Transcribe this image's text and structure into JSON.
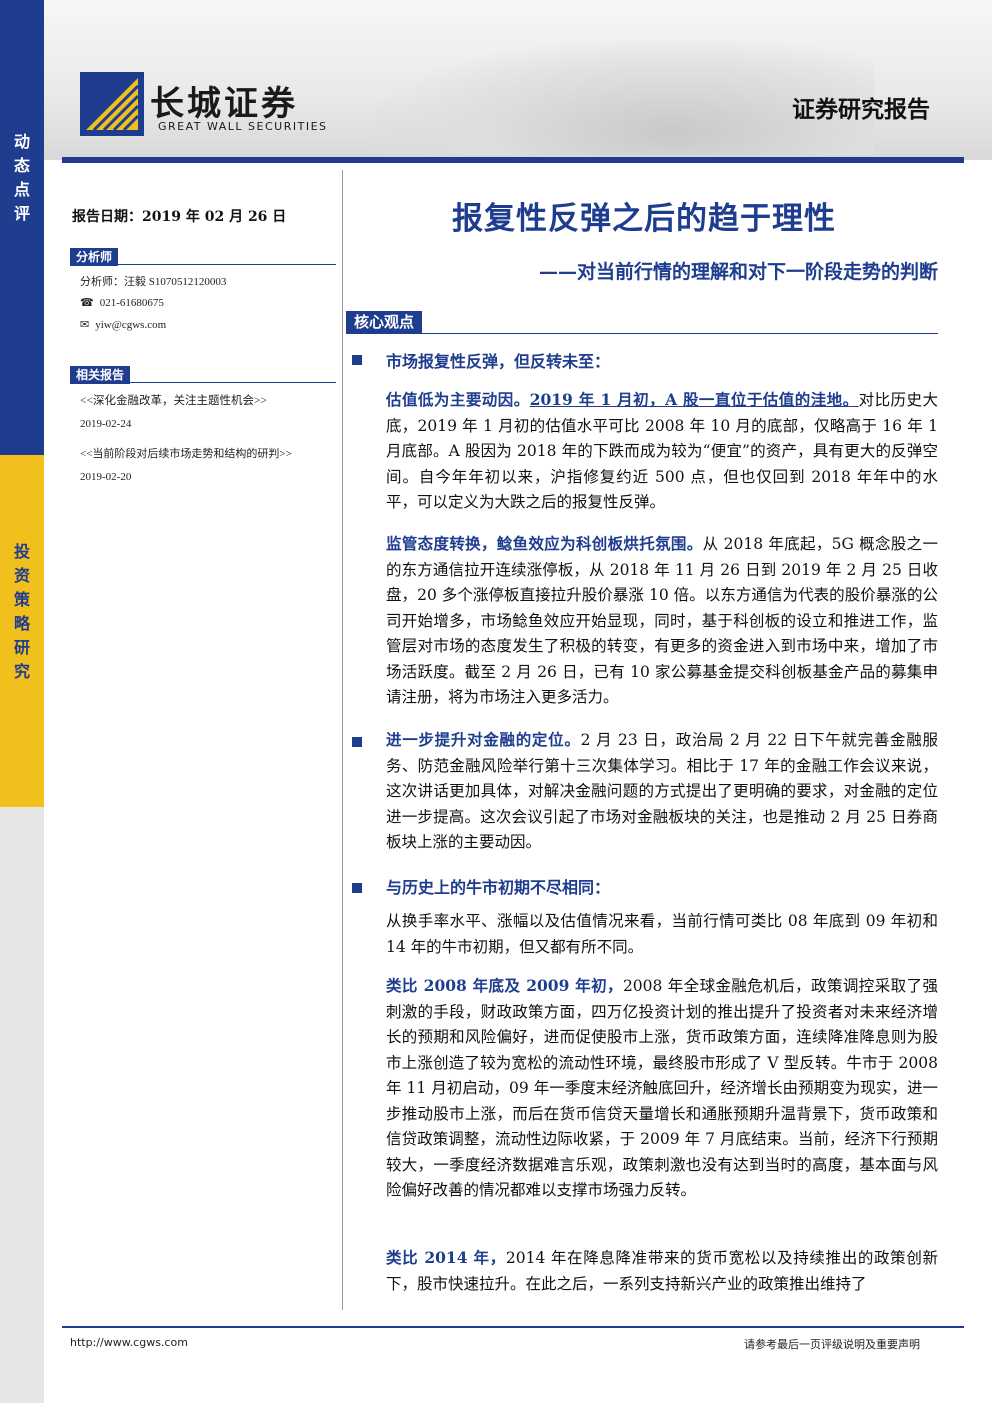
{
  "sidebar": {
    "top_label": "动态点评",
    "mid_label": "投资策略研究"
  },
  "header": {
    "logo_cn": "长城证券",
    "logo_en": "GREAT WALL SECURITIES",
    "doc_type": "证券研究报告",
    "colors": {
      "brand_blue": "#1f3d8f",
      "accent_yellow": "#f2c01c"
    }
  },
  "left": {
    "report_date": "报告日期：2019 年 02 月 26 日",
    "analyst_head": "分析师",
    "analyst_line": "分析师：汪毅  S1070512120003",
    "phone": "021-61680675",
    "email": "yiw@cgws.com",
    "phone_icon": "☎",
    "email_icon": "✉",
    "related_head": "相关报告",
    "related": [
      {
        "title": "<<深化金融改革，关注主题性机会>>",
        "date": "2019-02-24"
      },
      {
        "title": "<<当前阶段对后续市场走势和结构的研判>>",
        "date": "2019-02-20"
      }
    ]
  },
  "main": {
    "title": "报复性反弹之后的趋于理性",
    "subtitle": "——对当前行情的理解和对下一阶段走势的判断",
    "core_head": "核心观点",
    "b1_head": "市场报复性反弹，但反转未至：",
    "p1_lead": "估值低为主要动因。",
    "p1_ul": "2019 年 1 月初，A 股一直位于估值的洼地。",
    "p1_body": "对比历史大底，2019 年 1 月初的估值水平可比 2008 年 10 月的底部，仅略高于 16 年 1 月底部。A 股因为 2018 年的下跌而成为较为“便宜”的资产，具有更大的反弹空间。自今年年初以来，沪指修复约近 500 点，但也仅回到 2018 年年中的水平，可以定义为大跌之后的报复性反弹。",
    "p2_lead": "监管态度转换，鲶鱼效应为科创板烘托氛围。",
    "p2_body": "从 2018 年底起，5G 概念股之一的东方通信拉开连续涨停板，从 2018 年 11 月 26 日到 2019 年 2 月 25 日收盘，20 多个涨停板直接拉升股价暴涨 10 倍。以东方通信为代表的股价暴涨的公司开始增多，市场鲶鱼效应开始显现，同时，基于科创板的设立和推进工作，监管层对市场的态度发生了积极的转变，有更多的资金进入到市场中来，增加了市场活跃度。截至 2 月 26 日，已有 10 家公募基金提交科创板基金产品的募集申请注册，将为市场注入更多活力。",
    "b2_lead": "进一步提升对金融的定位。",
    "b2_body": "2 月 23 日，政治局 2 月 22 日下午就完善金融服务、防范金融风险举行第十三次集体学习。相比于 17 年的金融工作会议来说，这次讲话更加具体，对解决金融问题的方式提出了更明确的要求，对金融的定位进一步提高。这次会议引起了市场对金融板块的关注，也是推动 2 月 25 日券商板块上涨的主要动因。",
    "b3_head": "与历史上的牛市初期不尽相同：",
    "p3_body": "从换手率水平、涨幅以及估值情况来看，当前行情可类比 08 年底到 09 年初和 14 年的牛市初期，但又都有所不同。",
    "p4_lead": "类比 2008 年底及 2009 年初，",
    "p4_body": "2008 年全球金融危机后，政策调控采取了强刺激的手段，财政政策方面，四万亿投资计划的推出提升了投资者对未来经济增长的预期和风险偏好，进而促使股市上涨，货币政策方面，连续降准降息则为股市上涨创造了较为宽松的流动性环境，最终股市形成了 V 型反转。牛市于 2008 年 11 月初启动，09 年一季度末经济触底回升，经济增长由预期变为现实，进一步推动股市上涨，而后在货币信贷天量增长和通胀预期升温背景下，货币政策和信贷政策调整，流动性边际收紧，于 2009 年 7 月底结束。当前，经济下行预期较大，一季度经济数据难言乐观，政策刺激也没有达到当时的高度，基本面与风险偏好改善的情况都难以支撑市场强力反转。",
    "p5_lead": "类比 2014 年，",
    "p5_body": "2014 年在降息降准带来的货币宽松以及持续推出的政策创新下，股市快速拉升。在此之后，一系列支持新兴产业的政策推出维持了"
  },
  "footer": {
    "url": "http://www.cgws.com",
    "note": "请参考最后一页评级说明及重要声明"
  }
}
